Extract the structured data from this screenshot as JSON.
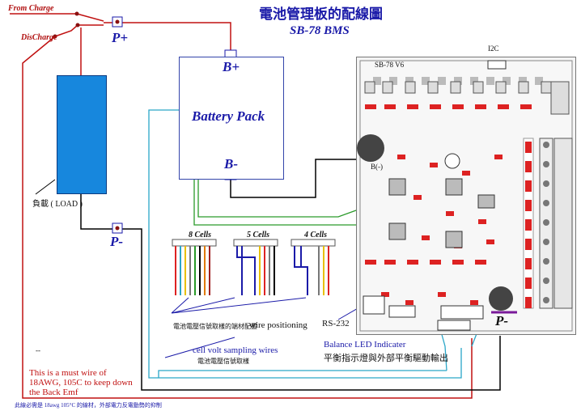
{
  "title": "電池管理板的配線圖",
  "subtitle": "SB-78 BMS",
  "labels": {
    "from_charge": "From Charge",
    "discharge": "DisCharge",
    "p_plus": "P+",
    "p_minus": "P-",
    "b_plus": "B+",
    "b_minus": "B-",
    "battery_pack": "Battery Pack",
    "load": "負載 ( LOAD )",
    "i2c": "I2C",
    "cells_8": "8 Cells",
    "cells_5": "5 Cells",
    "cells_4": "4 Cells",
    "wire_positioning_cn": "電池電壓信號取樣的端材配置",
    "wire_positioning": "wire positioning",
    "rs232": "RS-232",
    "cell_volt": "cell volt sampling wires",
    "cell_volt_cn": "電池電壓信號取樣",
    "balance_led": "Balance LED Indicater",
    "balance_led_cn": "平衡指示燈與外部平衡驅動輸出",
    "board_name": "SB-78 V6",
    "board_p_minus": "P-",
    "board_b_minus": "B(-)",
    "dash": "--",
    "warning": "This is a must wire of 18AWG, 105C to keep down the Back Emf",
    "warning_cn": "此線必需是 18awg 105°C 的線材，外部電力反電動勢的抑制"
  },
  "colors": {
    "title": "#1a1aa8",
    "red_wire": "#c01010",
    "black_wire": "#000000",
    "green_wire": "#2a9a2a",
    "cyan_wire": "#2aa6c8",
    "battery_fill": "#1787dd"
  }
}
